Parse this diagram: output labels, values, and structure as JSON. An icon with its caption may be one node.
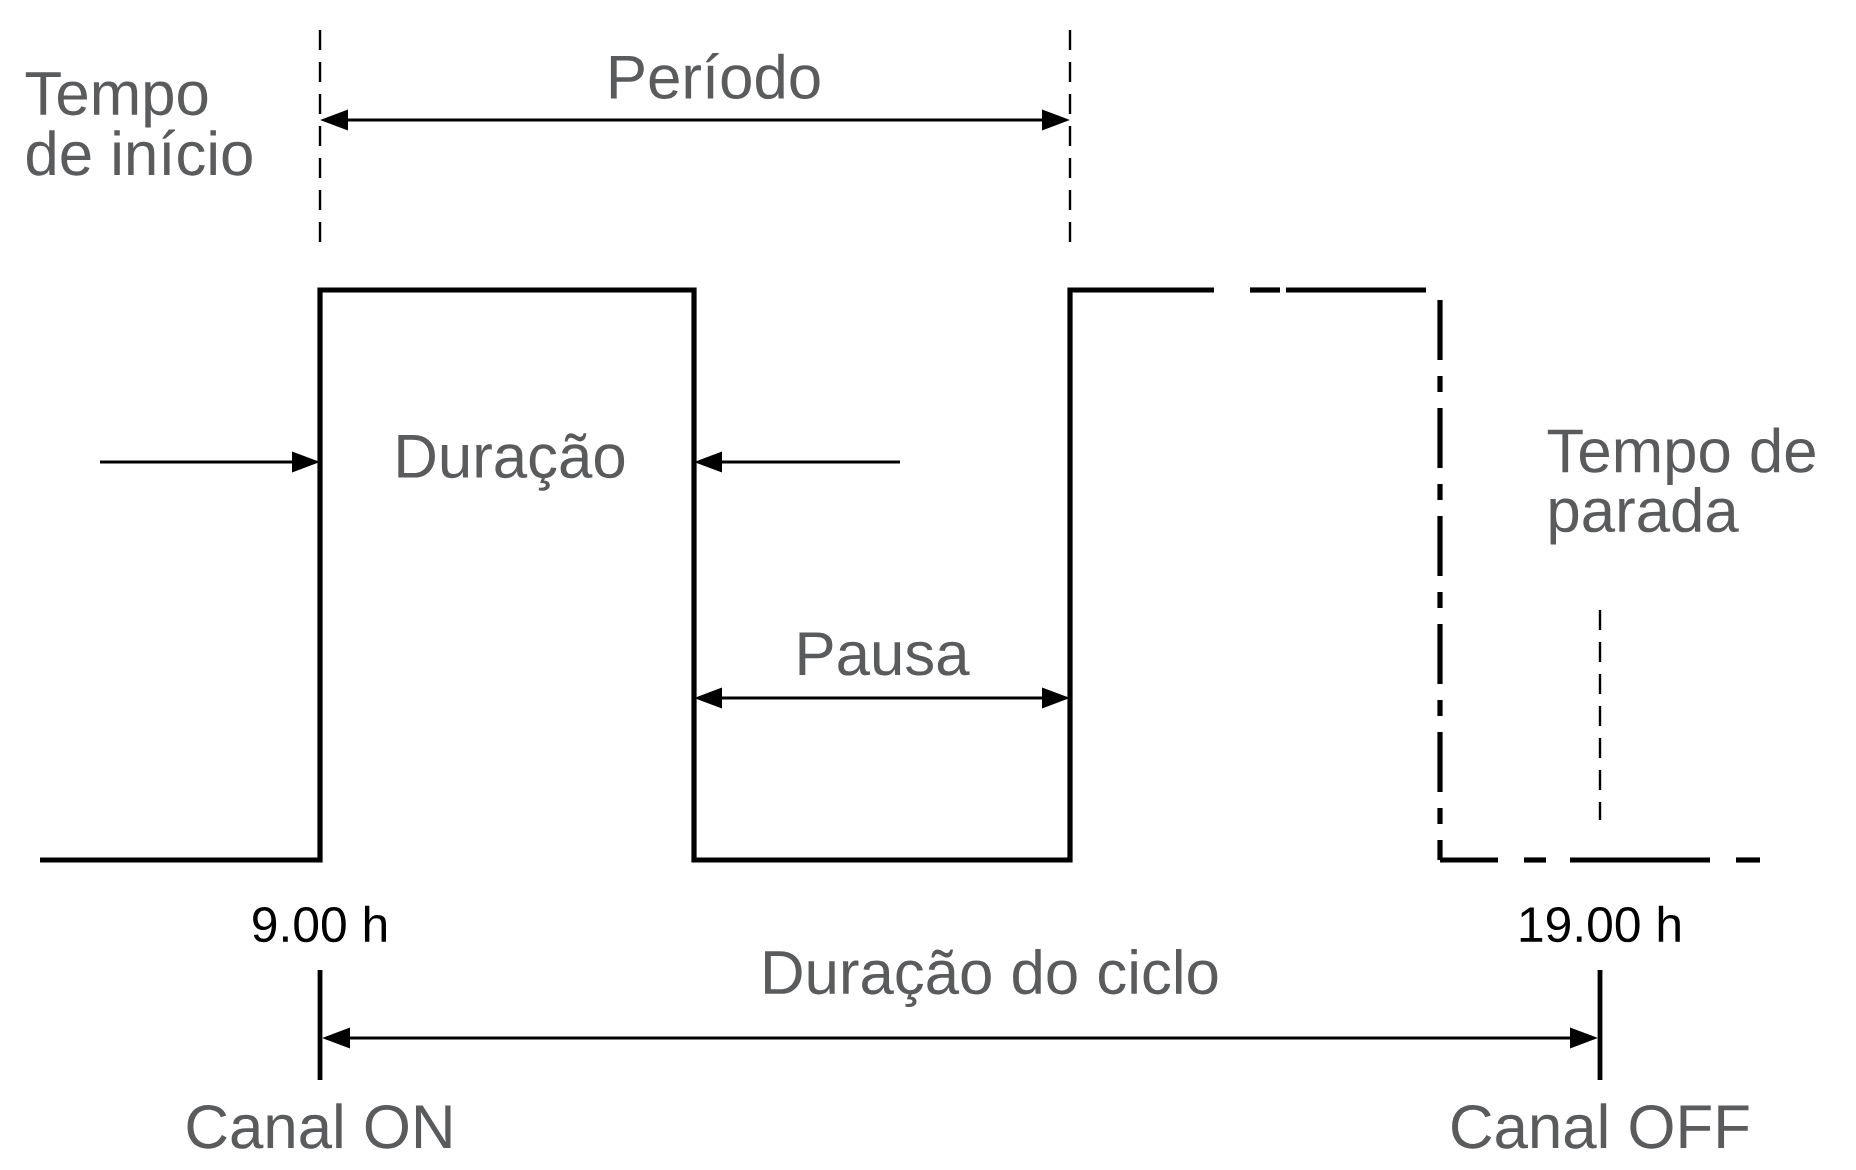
{
  "diagram": {
    "labels": [
      "Tempo de início",
      "Período",
      "Duração",
      "Tempo de parada",
      "Pausa",
      "9.00 h",
      "19.00 h",
      "Duração do ciclo",
      "Canal ON",
      "Canal OFF"
    ]
  }
}
